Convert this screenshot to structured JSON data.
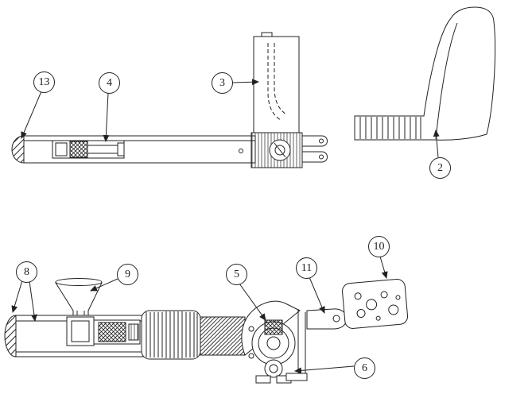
{
  "figure": {
    "background_color": "#ffffff",
    "line_color": "#222222"
  },
  "callouts": [
    {
      "label": "13"
    },
    {
      "label": "4"
    },
    {
      "label": "3"
    },
    {
      "label": "2"
    },
    {
      "label": "8"
    },
    {
      "label": "9"
    },
    {
      "label": "5"
    },
    {
      "label": "11"
    },
    {
      "label": "10"
    },
    {
      "label": "6"
    }
  ]
}
